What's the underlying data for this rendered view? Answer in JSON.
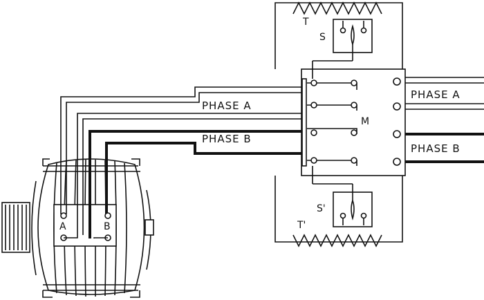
{
  "labels": {
    "phase_a_left": "PHASE A",
    "phase_b_left": "PHASE B",
    "phase_a_right": "PHASE A",
    "phase_b_right": "PHASE B",
    "m": "M",
    "t_top": "T",
    "t_bottom": "T'",
    "s_top": "S",
    "s_bottom": "S'",
    "term_a": "A",
    "term_b": "B"
  },
  "colors": {
    "ink": "#111111",
    "paper": "#ffffff"
  }
}
